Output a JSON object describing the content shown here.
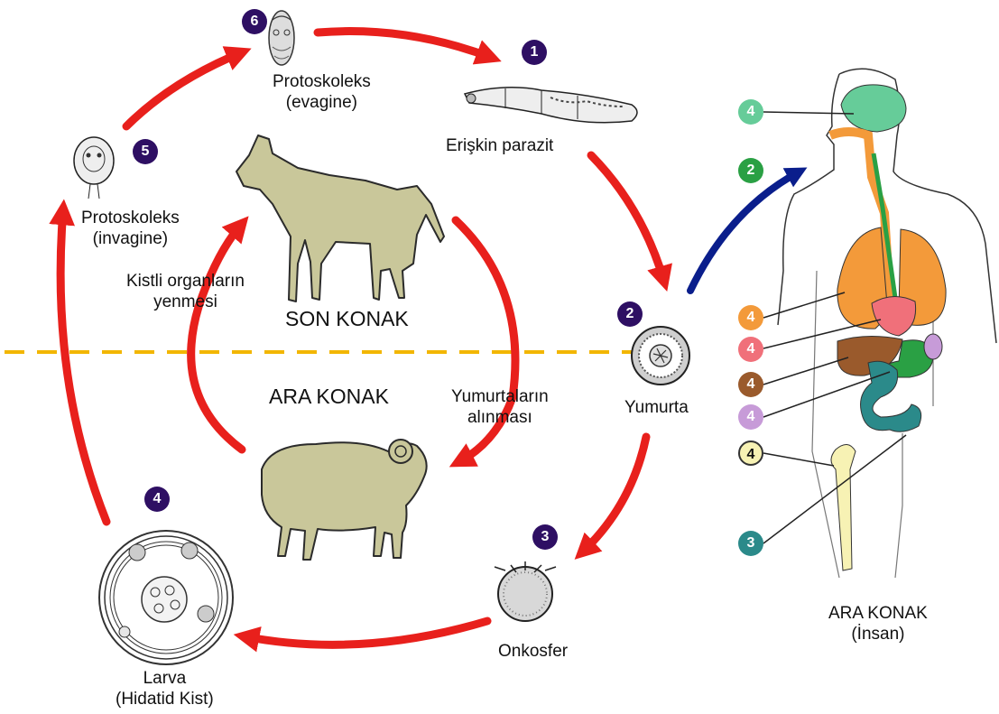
{
  "colors": {
    "cycle_arrow": "#e8201c",
    "human_arrow": "#0a1e8c",
    "host_divider": "#f2b600",
    "stage_badge": "#2e0f63",
    "animal_fill": "#c9c79a",
    "lung": "#f39a3a",
    "brain": "#66cc99",
    "heart": "#f0707a",
    "liver": "#9a5a2c",
    "spleen": "#c79bd8",
    "gut": "#2b8a8a",
    "bone": "#f7f2b4",
    "esophagus_green": "#2aa044"
  },
  "labels": {
    "protoskoleks_evagine": [
      "Protoskoleks",
      "(evagine)"
    ],
    "eriskin_parazit": "Erişkin parazit",
    "protoskoleks_invagine": [
      "Protoskoleks",
      "(invagine)"
    ],
    "kistli_organlar": [
      "Kistli organların",
      "yenmesi"
    ],
    "son_konak": "SON KONAK",
    "ara_konak": "ARA KONAK",
    "yumurtalarin_alinmasi": [
      "Yumurtaların",
      "alınması"
    ],
    "yumurta": "Yumurta",
    "onkosfer": "Onkosfer",
    "larva": [
      "Larva",
      "(Hidatid Kist)"
    ],
    "ara_konak_insan": [
      "ARA KONAK",
      "(İnsan)"
    ]
  },
  "stage_badges": [
    "1",
    "2",
    "3",
    "4",
    "5",
    "6"
  ],
  "organ_badges": [
    {
      "num": "4",
      "organ": "brain",
      "color": "#66cc99"
    },
    {
      "num": "2",
      "organ": "mouth",
      "color": "#2aa044"
    },
    {
      "num": "4",
      "organ": "lung",
      "color": "#f39a3a"
    },
    {
      "num": "4",
      "organ": "heart",
      "color": "#f0707a"
    },
    {
      "num": "4",
      "organ": "liver",
      "color": "#9a5a2c"
    },
    {
      "num": "4",
      "organ": "spleen",
      "color": "#c79bd8"
    },
    {
      "num": "4",
      "organ": "bone",
      "color": "#f7f2b4"
    },
    {
      "num": "3",
      "organ": "intestine",
      "color": "#2b8a8a"
    }
  ]
}
